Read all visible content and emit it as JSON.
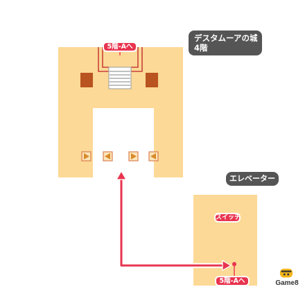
{
  "map_title": {
    "line1": "デスタムーアの城",
    "line2": "4階"
  },
  "elevator_label": "エレベーター",
  "stairs_label": "5階-Aへ",
  "elevator_dest_label": "5階-Aへ",
  "switch_label": "スイッチ",
  "logo_text": "Game8",
  "colors": {
    "floor": "#fcd996",
    "wall_line": "#c8413a",
    "pillar": "#b9531f",
    "route": "#e8344f",
    "label_bg": "#555555",
    "block_bg": "#fde4b8",
    "block_border": "#d26a3a"
  },
  "icons": [
    "stairs-icon",
    "pillar-block",
    "arrow-panel-right",
    "arrow-panel-left",
    "route-arrow"
  ]
}
